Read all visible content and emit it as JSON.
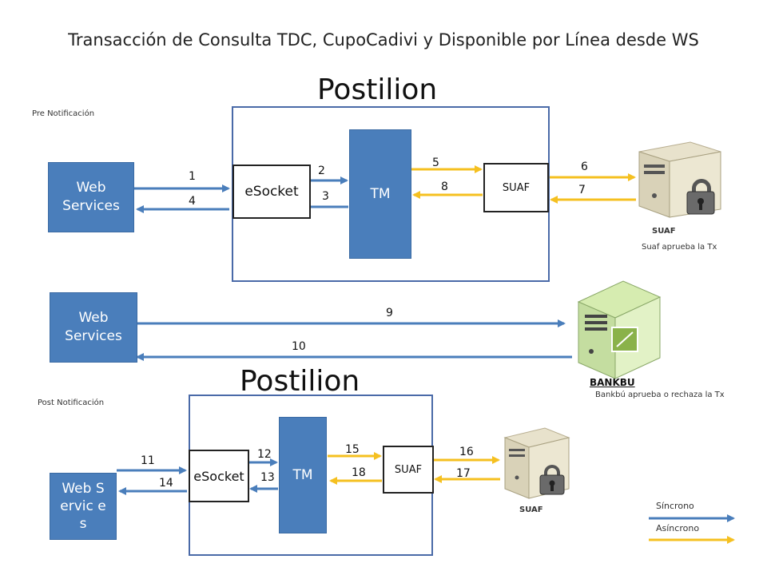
{
  "title": "Transacción de Consulta TDC, CupoCadivi y Disponible por Línea desde WS",
  "top": {
    "heading": "Postilion",
    "note": "Pre Notificación",
    "web_services": "Web Services",
    "esocket": "eSocket",
    "tm": "TM",
    "suaf_box": "SUAF",
    "server_label": "SUAF",
    "server_caption": "Suaf aprueba la Tx",
    "steps": [
      "1",
      "2",
      "3",
      "4",
      "5",
      "6",
      "7",
      "8"
    ]
  },
  "middle": {
    "web_services": "Web Services",
    "server_label": "BANKBU",
    "server_caption": "Bankbú aprueba o rechaza la Tx",
    "steps": [
      "9",
      "10"
    ]
  },
  "bottom": {
    "heading": "Postilion",
    "note": "Post Notificación",
    "web_services": "Web Servic es",
    "esocket": "eSocket",
    "tm": "TM",
    "suaf_box": "SUAF",
    "server_label": "SUAF",
    "steps": [
      "11",
      "12",
      "13",
      "14",
      "15",
      "16",
      "17",
      "18"
    ]
  },
  "legend": {
    "sync": "Síncrono",
    "async": "Asíncrono",
    "sync_color": "#4a7ebb",
    "async_color": "#f5c020"
  }
}
